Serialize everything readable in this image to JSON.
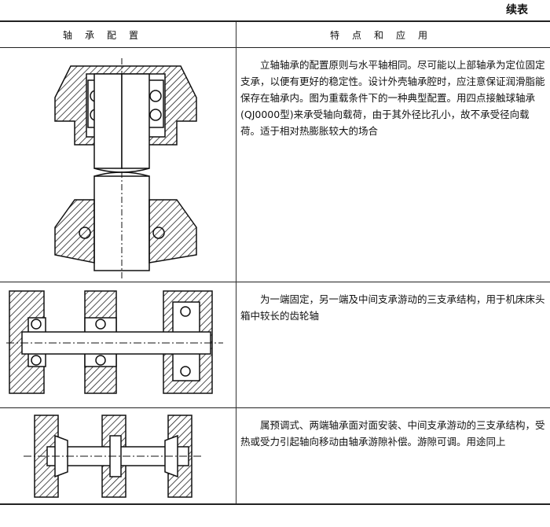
{
  "continued_label": "续表",
  "headers": {
    "config": "轴　承　配　置",
    "features": "特　点　和　应　用"
  },
  "rows": [
    {
      "text": "立轴轴承的配置原则与水平轴相同。尽可能以上部轴承为定位固定支承，以便有更好的稳定性。设计外壳轴承腔时，应注意保证润滑脂能保存在轴承内。图为重载条件下的一种典型配置。用四点接触球轴承(QJ0000型)来承受轴向载荷，由于其外径比孔小，故不承受径向载荷。适于相对热膨胀较大的场合"
    },
    {
      "text": "为一端固定，另一端及中间支承游动的三支承结构，用于机床床头箱中较长的齿轮轴"
    },
    {
      "text": "属预调式、两端轴承面对面安装、中间支承游动的三支承结构，受热或受力引起轴向移动由轴承游隙补偿。游隙可调。用途同上"
    }
  ]
}
